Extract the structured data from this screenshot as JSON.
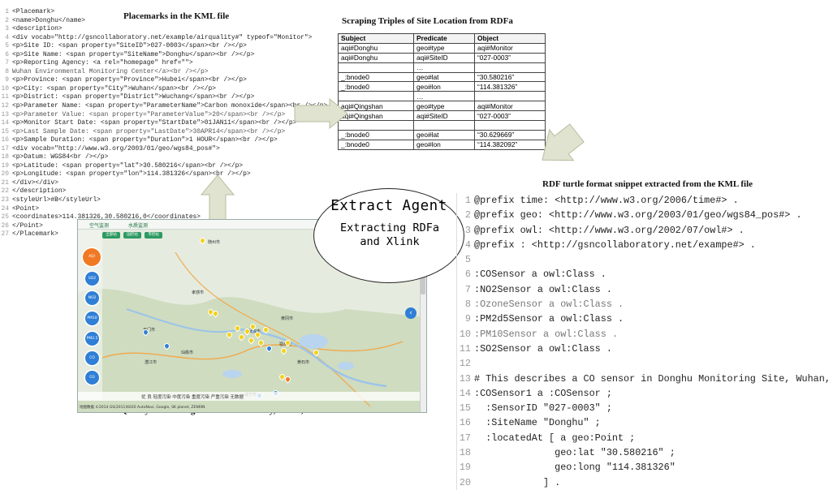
{
  "headings": {
    "kml": "Placemarks in the KML file",
    "rdfa": "Scraping Triples of Site Location from RDFa",
    "turtle": "RDF turtle format snippet extracted from the  KML file",
    "map": "Air Quality Monitoring Sites in Wuhan City, Hubei, China"
  },
  "agent": {
    "title": "Extract Agent",
    "subtitle": "Extracting RDFa and Xlink"
  },
  "kml_lines": [
    {
      "n": "1",
      "text": "<Placemark>"
    },
    {
      "n": "2",
      "text": "<name>Donghu</name>"
    },
    {
      "n": "3",
      "text": "<description>"
    },
    {
      "n": "4",
      "text": "<div vocab=\"http://gsncollaboratory.net/example/airquality#\" typeof=\"Monitor\">"
    },
    {
      "n": "5",
      "text": "<p>Site ID: <span property=\"SiteID\">027-0003</span><br /></p>"
    },
    {
      "n": "6",
      "text": "<p>Site Name: <span property=\"SiteName\">Donghu</span><br /></p>"
    },
    {
      "n": "7",
      "text": "<p>Reporting Agency: <a rel=\"homepage\" href=\"\">"
    },
    {
      "n": "8",
      "text": "Wuhan Environmental Monitoring Center</a><br /></p>"
    },
    {
      "n": "9",
      "text": "<p>Province: <span property=\"Province\">Hubei</span><br /></p>"
    },
    {
      "n": "10",
      "text": "<p>City: <span property=\"City\">Wuhan</span><br /></p>"
    },
    {
      "n": "11",
      "text": "<p>District: <span property=\"District\">Wuchang</span><br /></p>"
    },
    {
      "n": "12",
      "text": "<p>Parameter Name: <span property=\"ParameterName\">Carbon monoxide</span><br /></p>"
    },
    {
      "n": "13",
      "text": "<p>Parameter Value: <span property=\"ParameterValue\">20</span><br /></p>"
    },
    {
      "n": "14",
      "text": "<p>Monitor Start Date: <span property=\"StartDate\">01JAN11</span><br /></p>"
    },
    {
      "n": "15",
      "text": "<p>Last Sample Date: <span property=\"LastDate\">30APR14</span><br /></p>"
    },
    {
      "n": "16",
      "text": "<p>Sample Duration: <span property=\"Duration\">1 HOUR</span><br /></p>"
    },
    {
      "n": "17",
      "text": "<div vocab=\"http://www.w3.org/2003/01/geo/wgs84_pos#\">"
    },
    {
      "n": "18",
      "text": "<p>Datum: WGS84<br /></p>"
    },
    {
      "n": "19",
      "text": "<p>Latitude: <span property=\"lat\">30.580216</span><br /></p>"
    },
    {
      "n": "20",
      "text": "<p>Longitude: <span property=\"lon\">114.381326</span><br /></p>"
    },
    {
      "n": "21",
      "text": "</div></div>"
    },
    {
      "n": "22",
      "text": "</description>"
    },
    {
      "n": "23",
      "text": "<styleUrl>#B</styleUrl>"
    },
    {
      "n": "24",
      "text": "<Point>"
    },
    {
      "n": "25",
      "text": "<coordinates>114.381326,30.580216,0</coordinates>"
    },
    {
      "n": "26",
      "text": "</Point>"
    },
    {
      "n": "27",
      "text": "</Placemark>"
    }
  ],
  "triples": {
    "headers": [
      "Subject",
      "Predicate",
      "Object"
    ],
    "rows": [
      [
        "aqi#Donghu",
        "geo#type",
        "aqi#Monitor"
      ],
      [
        "aqi#Donghu",
        "aqi#SiteID",
        "“027-0003”"
      ],
      [
        "",
        "…",
        ""
      ],
      [
        "_:bnode0",
        "geo#lat",
        "“30.580216”"
      ],
      [
        "_:bnode0",
        "geo#lon",
        "“114.381326”"
      ],
      [
        "",
        "…",
        ""
      ],
      [
        "aqi#Qingshan",
        "geo#type",
        "aqi#Monitor"
      ],
      [
        "aqi#Qingshan",
        "aqi#SiteID",
        "“027-0003”"
      ],
      [
        "",
        "",
        ""
      ],
      [
        "_:bnode0",
        "geo#lat",
        "“30.629669”"
      ],
      [
        "_:bnode0",
        "geo#lon",
        "“114.382092”"
      ]
    ]
  },
  "turtle_lines": [
    {
      "n": "1",
      "text": "@prefix time: <http://www.w3.org/2006/time#> ."
    },
    {
      "n": "2",
      "text": "@prefix geo: <http://www.w3.org/2003/01/geo/wgs84_pos#> ."
    },
    {
      "n": "3",
      "text": "@prefix owl: <http://www.w3.org/2002/07/owl#> ."
    },
    {
      "n": "4",
      "text": "@prefix : <http://gsncollaboratory.net/exampe#> ."
    },
    {
      "n": "5",
      "text": ""
    },
    {
      "n": "6",
      "text": ":COSensor a owl:Class ."
    },
    {
      "n": "7",
      "text": ":NO2Sensor a owl:Class ."
    },
    {
      "n": "8",
      "text": ":OzoneSensor a owl:Class ."
    },
    {
      "n": "9",
      "text": ":PM2d5Sensor a owl:Class ."
    },
    {
      "n": "10",
      "text": ":PM10Sensor a owl:Class ."
    },
    {
      "n": "11",
      "text": ":SO2Sensor a owl:Class ."
    },
    {
      "n": "12",
      "text": ""
    },
    {
      "n": "13",
      "text": "# This describes a CO sensor in Donghu Monitoring Site, Wuhan, China"
    },
    {
      "n": "14",
      "text": ":COSensor1 a :COSensor ;"
    },
    {
      "n": "15",
      "text": "  :SensorID \"027-0003\" ;"
    },
    {
      "n": "16",
      "text": "  :SiteName \"Donghu\" ;"
    },
    {
      "n": "17",
      "text": "  :locatedAt [ a geo:Point ;"
    },
    {
      "n": "18",
      "text": "              geo:lat \"30.580216\" ;"
    },
    {
      "n": "19",
      "text": "              geo:long \"114.381326\""
    },
    {
      "n": "20",
      "text": "            ] ."
    }
  ],
  "map": {
    "tabs": [
      "空气监测",
      "水质监测"
    ],
    "buttons": [
      "全部站",
      "国控站",
      "市控站"
    ],
    "side_buttons": [
      "AQI",
      "SO2",
      "NO2",
      "PM10",
      "PM2.5",
      "CO",
      "O3"
    ],
    "places": [
      "随州市",
      "孝感市",
      "天门市",
      "仙桃市",
      "潜江市",
      "武汉市",
      "鄂州市",
      "黄石市",
      "咸宁市",
      "黄冈市"
    ],
    "legend": "优  良  轻度污染  中度污染  重度污染  严重污染  无数据",
    "credit": "地图数据 ©2014 GS(2011)6020 AutoNavi, Google, SK planet, ZENRIN"
  },
  "colors": {
    "arrow": "#dfe3cf",
    "arrow_stroke": "#b8bea0",
    "sidebar_button": "#2f7fd6",
    "marker_good": "#f2d11a",
    "marker_fair": "#2f80d6"
  }
}
